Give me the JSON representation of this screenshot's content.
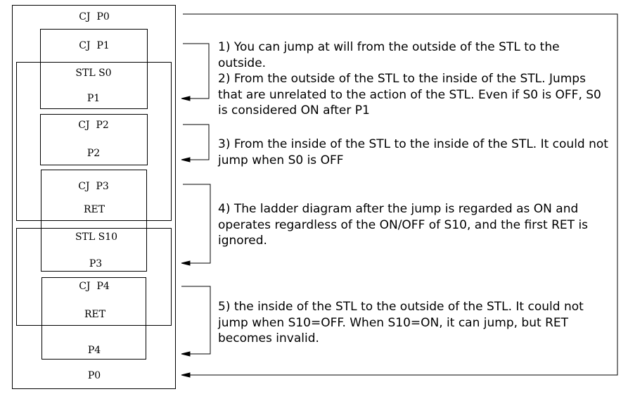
{
  "program": {
    "cj_p0": "CJ  P0",
    "cj_p1": "CJ  P1",
    "stl_s0": "STL S0",
    "p1": "P1",
    "cj_p2": "CJ  P2",
    "p2": "P2",
    "cj_p3": "CJ  P3",
    "ret_1": "RET",
    "stl_s10": "STL S10",
    "p3": "P3",
    "cj_p4": "CJ  P4",
    "ret_2": "RET",
    "p4": "P4",
    "p0": "P0"
  },
  "notes": {
    "note1": "1) You can jump at will from the outside of the STL to the outside.",
    "note2": "2) From the outside of the STL to the inside of the STL. Jumps that are unrelated to the action of the STL. Even if S0 is OFF, S0 is considered ON after P1",
    "note3": "3) From the inside of the STL to the inside of the STL. It could not jump when S0 is OFF",
    "note4": "4) The ladder diagram after the jump is regarded as ON and operates regardless of the ON/OFF of S10, and the first RET is ignored.",
    "note5": "5) the inside of the STL to the outside of the STL.  It could not jump when S10=OFF. When S10=ON, it can jump, but RET becomes invalid."
  }
}
